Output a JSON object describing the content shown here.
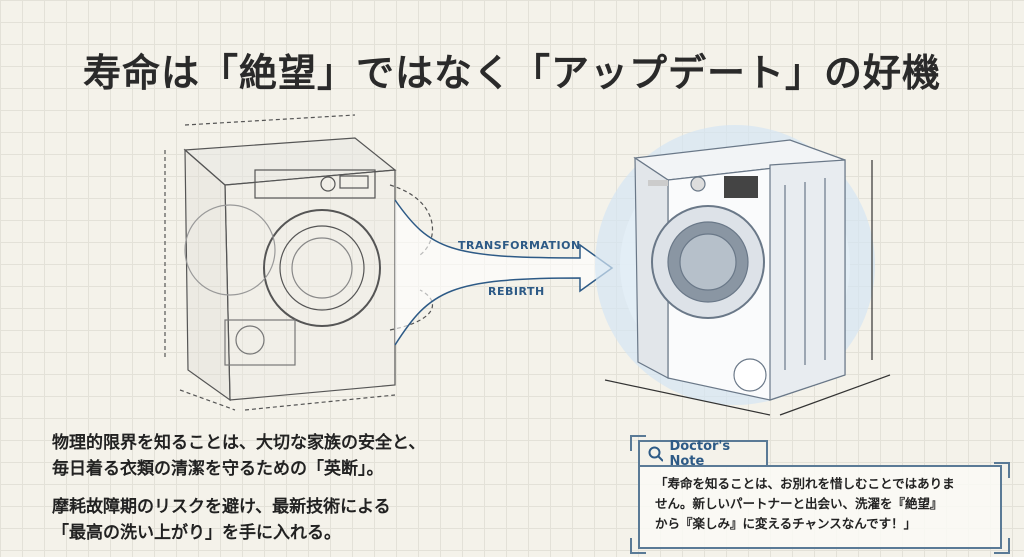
{
  "title": "寿命は「絶望」ではなく「アップデート」の好機",
  "diagram": {
    "arrow_top_label": "TRANSFORMATION",
    "arrow_bottom_label": "REBIRTH"
  },
  "body": {
    "paragraph1": [
      "物理的限界を知ることは、大切な家族の安全と、",
      "毎日着る衣類の清潔を守るための「英断」。"
    ],
    "paragraph2": [
      "摩耗故障期のリスクを避け、最新技術による",
      "「最高の洗い上がり」を手に入れる。"
    ]
  },
  "note": {
    "heading": "Doctor's Note",
    "lines": [
      "「寿命を知ることは、お別れを惜しむことではありま",
      "せん。新しいパートナーと出会い、洗濯を『絶望』",
      "から『楽しみ』に変えるチャンスなんです！」"
    ]
  },
  "colors": {
    "accent": "#2d5a86",
    "background": "#f4f2ea",
    "glow": "#cfe3f3"
  }
}
